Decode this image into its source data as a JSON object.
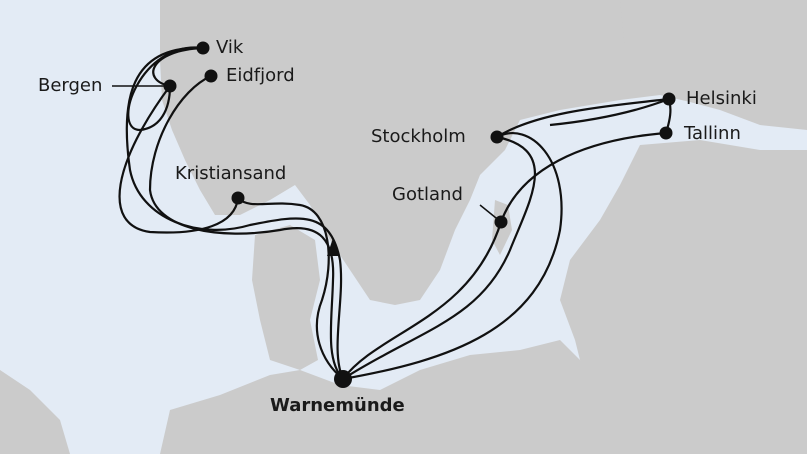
{
  "map": {
    "colors": {
      "sea": "#e3ebf5",
      "land": "#cbcbcb",
      "route": "#111111"
    },
    "ports": [
      {
        "name": "Vik"
      },
      {
        "name": "Eidfjord"
      },
      {
        "name": "Bergen"
      },
      {
        "name": "Kristiansand"
      },
      {
        "name": "Stockholm"
      },
      {
        "name": "Gotland"
      },
      {
        "name": "Helsinki"
      },
      {
        "name": "Tallinn"
      },
      {
        "name": "Warnemünde",
        "home_port": true
      }
    ],
    "direction_icon": "arrow-up-icon"
  }
}
